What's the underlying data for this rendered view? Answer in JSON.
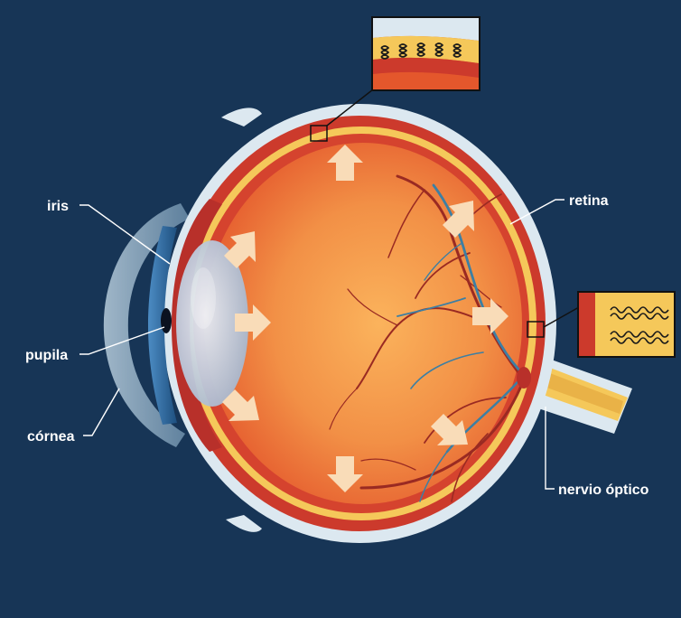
{
  "labels": {
    "iris": "iris",
    "pupila": "pupila",
    "cornea": "córnea",
    "retina": "retina",
    "nervio_optico": "nervio óptico"
  },
  "colors": {
    "background": "#173556",
    "sclera": "#dce8f0",
    "choroid": "#cc3a2c",
    "retina_layer": "#f5c85a",
    "interior_center": "#f7a24e",
    "interior_edge": "#e8592e",
    "lens": "#b9c8dc",
    "iris": "#2c6aa0",
    "vessel_red": "#9a2a22",
    "vessel_blue": "#3d7fa3",
    "arrow": "#f9dcb8",
    "inset_stripe": "#f5c85a"
  }
}
